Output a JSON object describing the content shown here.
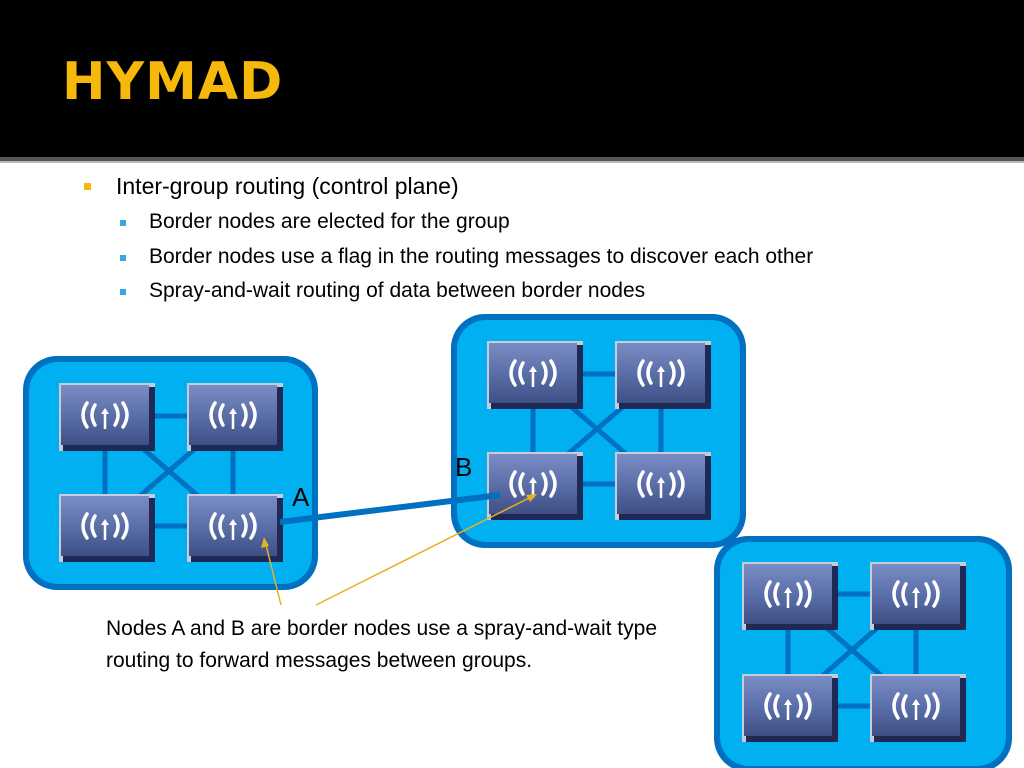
{
  "slide": {
    "title": "HYMAD"
  },
  "bullets": {
    "level1": [
      {
        "text": "Inter-group routing (control plane)"
      }
    ],
    "level2": [
      {
        "text": "Border nodes are elected for the group"
      },
      {
        "text": "Border nodes use a flag in the routing messages to discover each other"
      },
      {
        "text": "Spray-and-wait routing of data between border nodes"
      }
    ]
  },
  "diagram": {
    "groups": [
      {
        "nodes": 4
      },
      {
        "nodes": 4
      },
      {
        "nodes": 4
      }
    ],
    "labels": {
      "node_a": "A",
      "node_b": "B"
    },
    "caption": "Nodes A and B are border nodes use a spray-and-wait type routing to forward messages between groups.",
    "colors": {
      "title": "#F6B80B",
      "group_fill": "#00B0F0",
      "group_border": "#0070C0",
      "link": "#0070C0",
      "node_face": "#5B6FA8",
      "arrow": "#E8B020"
    },
    "icon": "wireless-router-icon"
  }
}
